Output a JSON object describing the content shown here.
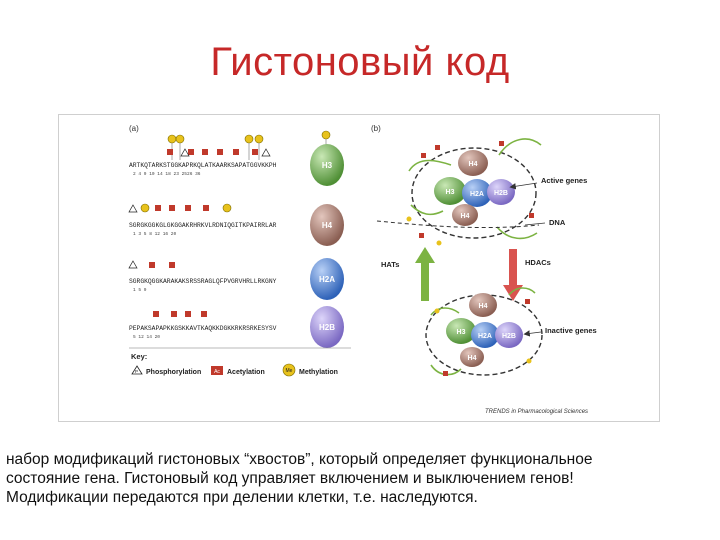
{
  "slide": {
    "title": "Гистоновый код",
    "caption_lines": [
      " набор модификаций гистоновых “хвостов”, который определяет функциональное",
      "состояние гена. Гистоновый код  управляет включением и выключением генов!",
      "Модификации передаются при делении клетки,  т.е. наследуются."
    ]
  },
  "figure": {
    "panel_a_label": "(a)",
    "panel_b_label": "(b)",
    "tails": [
      {
        "histone": "H3",
        "sequence": "ARTKQTARKSTGGKAPRKQLATKAARKSAPATGGVKKPH",
        "positions": "2  4       9 10    14     18      23   2526            36",
        "color": "#6fae4f"
      },
      {
        "histone": "H4",
        "sequence": "SGRGKGGKGLGKGGAKRHRKVLRDNIQGITKPAIRRLAR",
        "positions": "1  3   5    8     12     16    20",
        "color": "#a9786c"
      },
      {
        "histone": "H2A",
        "sequence": "SGRGKQGGKARAKAKSRSSRAGLQFPVGRVHRLLRKGNY",
        "positions": "1     5     9",
        "color": "#4a7fd4"
      },
      {
        "histone": "H2B",
        "sequence": "PEPAKSAPAPKKGSKKAVTKAQKKDGKKRKRSRKESYSV",
        "positions": "5        12  14    20",
        "color": "#9a88d6"
      }
    ],
    "key": {
      "title": "Key:",
      "phosphorylation_symbol": "P",
      "phosphorylation_label": "Phosphorylation",
      "acetylation_symbol": "Ac",
      "acetylation_label": "Acetylation",
      "methylation_symbol": "Me",
      "methylation_label": "Methylation"
    },
    "panel_b": {
      "active_label": "Active genes",
      "inactive_label": "Inactive genes",
      "dna_label": "DNA",
      "hats_label": "HATs",
      "hdacs_label": "HDACs",
      "source_label": "TRENDS in Pharmacological Sciences",
      "histone_labels": [
        "H4",
        "H3",
        "H2A",
        "H2B",
        "H4"
      ],
      "colors": {
        "h3": "#6fae4f",
        "h4": "#a9786c",
        "h2a": "#4a7fd4",
        "h2b": "#9a88d6",
        "hats_arrow": "#7cb342",
        "hdacs_arrow": "#d9534f",
        "acetyl_tag": "#c0392b",
        "methyl_tag": "#e8c21c"
      }
    }
  }
}
